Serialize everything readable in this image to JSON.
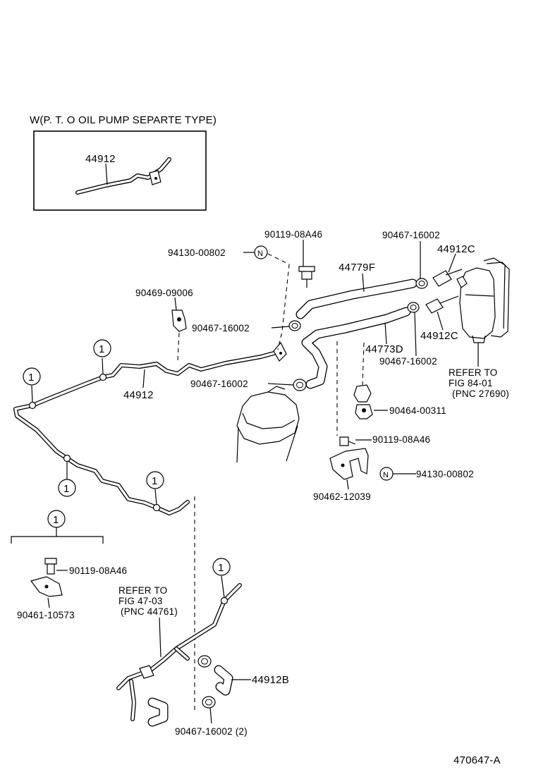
{
  "inset": {
    "title": "W(P. T. O OIL PUMP SEPARTE TYPE)",
    "part": "44912"
  },
  "callouts": {
    "bolt_top": "90119-08A46",
    "nut_top": "94130-00802",
    "clip_top": "90469-09006",
    "clamp_top_right": "90467-16002",
    "hose_upper": "44779F",
    "union_upper": "44912C",
    "clamp_mid_left": "90467-16002",
    "union_lower": "44912C",
    "hose_lower": "44773D",
    "clamp_mid_right": "90467-16002",
    "clamp_tank": "90467-16002",
    "pipe_main": "44912",
    "clamp_small": "90464-00311",
    "bolt_mid": "90119-08A46",
    "nut_mid": "94130-00802",
    "bracket": "90462-12039",
    "bolt_detail": "90119-08A46",
    "clamp_detail": "90461-10573",
    "hose_bottom": "44912B",
    "clamp_bottom": "90467-16002 (2)"
  },
  "refs": {
    "tank": {
      "line1": "REFER TO",
      "line2": "FIG 84-01",
      "line3": "(PNC 27690)"
    },
    "pipe": {
      "line1": "REFER TO",
      "line2": "FIG 47-03",
      "line3": "(PNC 44761)"
    }
  },
  "markers": {
    "circle_1": "1",
    "circle_n": "N"
  },
  "figure_id": "470647-A"
}
